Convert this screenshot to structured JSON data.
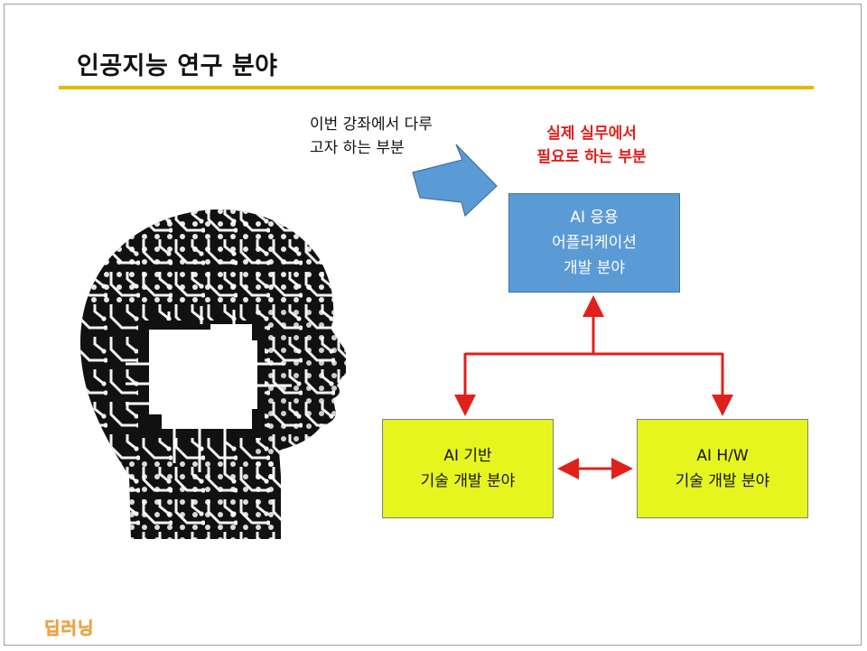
{
  "slide": {
    "title": "인공지능 연구 분야",
    "note_lecture": [
      "이번 강좌에서 다루",
      "고자 하는 부분"
    ],
    "note_practice": [
      "실제 실무에서",
      "필요로 하는 부분"
    ],
    "logo_text": "딥러닝"
  },
  "boxes": {
    "app": [
      "AI 응용",
      "어플리케이션",
      "개발 분야"
    ],
    "tech": [
      "AI 기반",
      "기술 개발 분야"
    ],
    "hw": [
      "AI H/W",
      "기술 개발 분야"
    ]
  },
  "icons": {
    "pointer_arrow": "block-arrow-icon",
    "head": "circuit-head-icon"
  },
  "colors": {
    "title_rule": "#e6b800",
    "app_box": "#5b9bd5",
    "tech_box": "#e6f51e",
    "connector": "#e0201b",
    "pointer_arrow": "#5b9bd5",
    "highlight_text": "#e0201b",
    "logo": "#f0a33a"
  }
}
